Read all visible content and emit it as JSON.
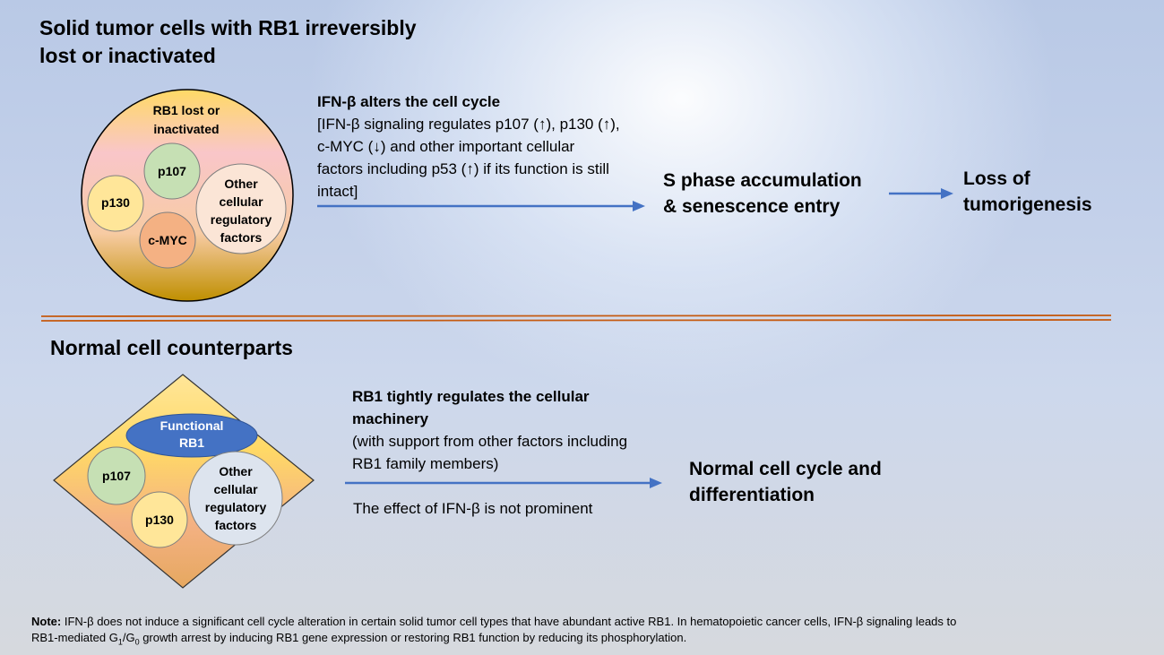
{
  "top": {
    "title_line1": "Solid tumor cells with RB1 irreversibly",
    "title_line2": "lost or inactivated",
    "circle": {
      "label_line1": "RB1 lost or",
      "label_line2": "inactivated",
      "p107": "p107",
      "p130": "p130",
      "cmyc": "c-MYC",
      "other_line1": "Other",
      "other_line2": "cellular",
      "other_line3": "regulatory",
      "other_line4": "factors"
    },
    "ifn_heading": "IFN-β alters the cell cycle",
    "ifn_line1": "[IFN-β signaling regulates p107 (↑), p130 (↑),",
    "ifn_line2": "c-MYC (↓) and other important cellular",
    "ifn_line3": "factors including p53 (↑) if its function is still",
    "ifn_line4": "intact]",
    "result1_line1": "S phase accumulation",
    "result1_line2": "& senescence entry",
    "result2_line1": "Loss of",
    "result2_line2": "tumorigenesis"
  },
  "bottom": {
    "title": "Normal cell counterparts",
    "diamond": {
      "functional_line1": "Functional",
      "functional_line2": "RB1",
      "p107": "p107",
      "p130": "p130",
      "other_line1": "Other",
      "other_line2": "cellular",
      "other_line3": "regulatory",
      "other_line4": "factors"
    },
    "rb1_heading_line1": "RB1 tightly regulates the cellular",
    "rb1_heading_line2": "machinery",
    "rb1_line1": "(with support from other factors including",
    "rb1_line2": "RB1 family members)",
    "ifn_effect": "The effect of IFN-β is not prominent",
    "result_line1": "Normal cell cycle and",
    "result_line2": "differentiation"
  },
  "note": {
    "label": "Note:",
    "line1": "IFN-β does not induce a significant cell cycle alteration in certain solid tumor cell types that have abundant active RB1. In hematopoietic cancer cells, IFN-β signaling leads to",
    "line2_a": "RB1-mediated G",
    "sub1": "1",
    "slash": "/G",
    "sub0": "0",
    "line2_b": " growth arrest by inducing RB1 gene expression or restoring RB1 function by reducing its phosphorylation."
  },
  "colors": {
    "arrow": "#4472c4",
    "divider": "#c55a11",
    "green_circle": "#c6e0b4",
    "yellow_circle": "#ffe699",
    "orange_circle": "#f4b183",
    "cream_circle": "#fbe5d6",
    "grey_circle": "#dde4ee",
    "rb1_oval": "#4472c4"
  }
}
